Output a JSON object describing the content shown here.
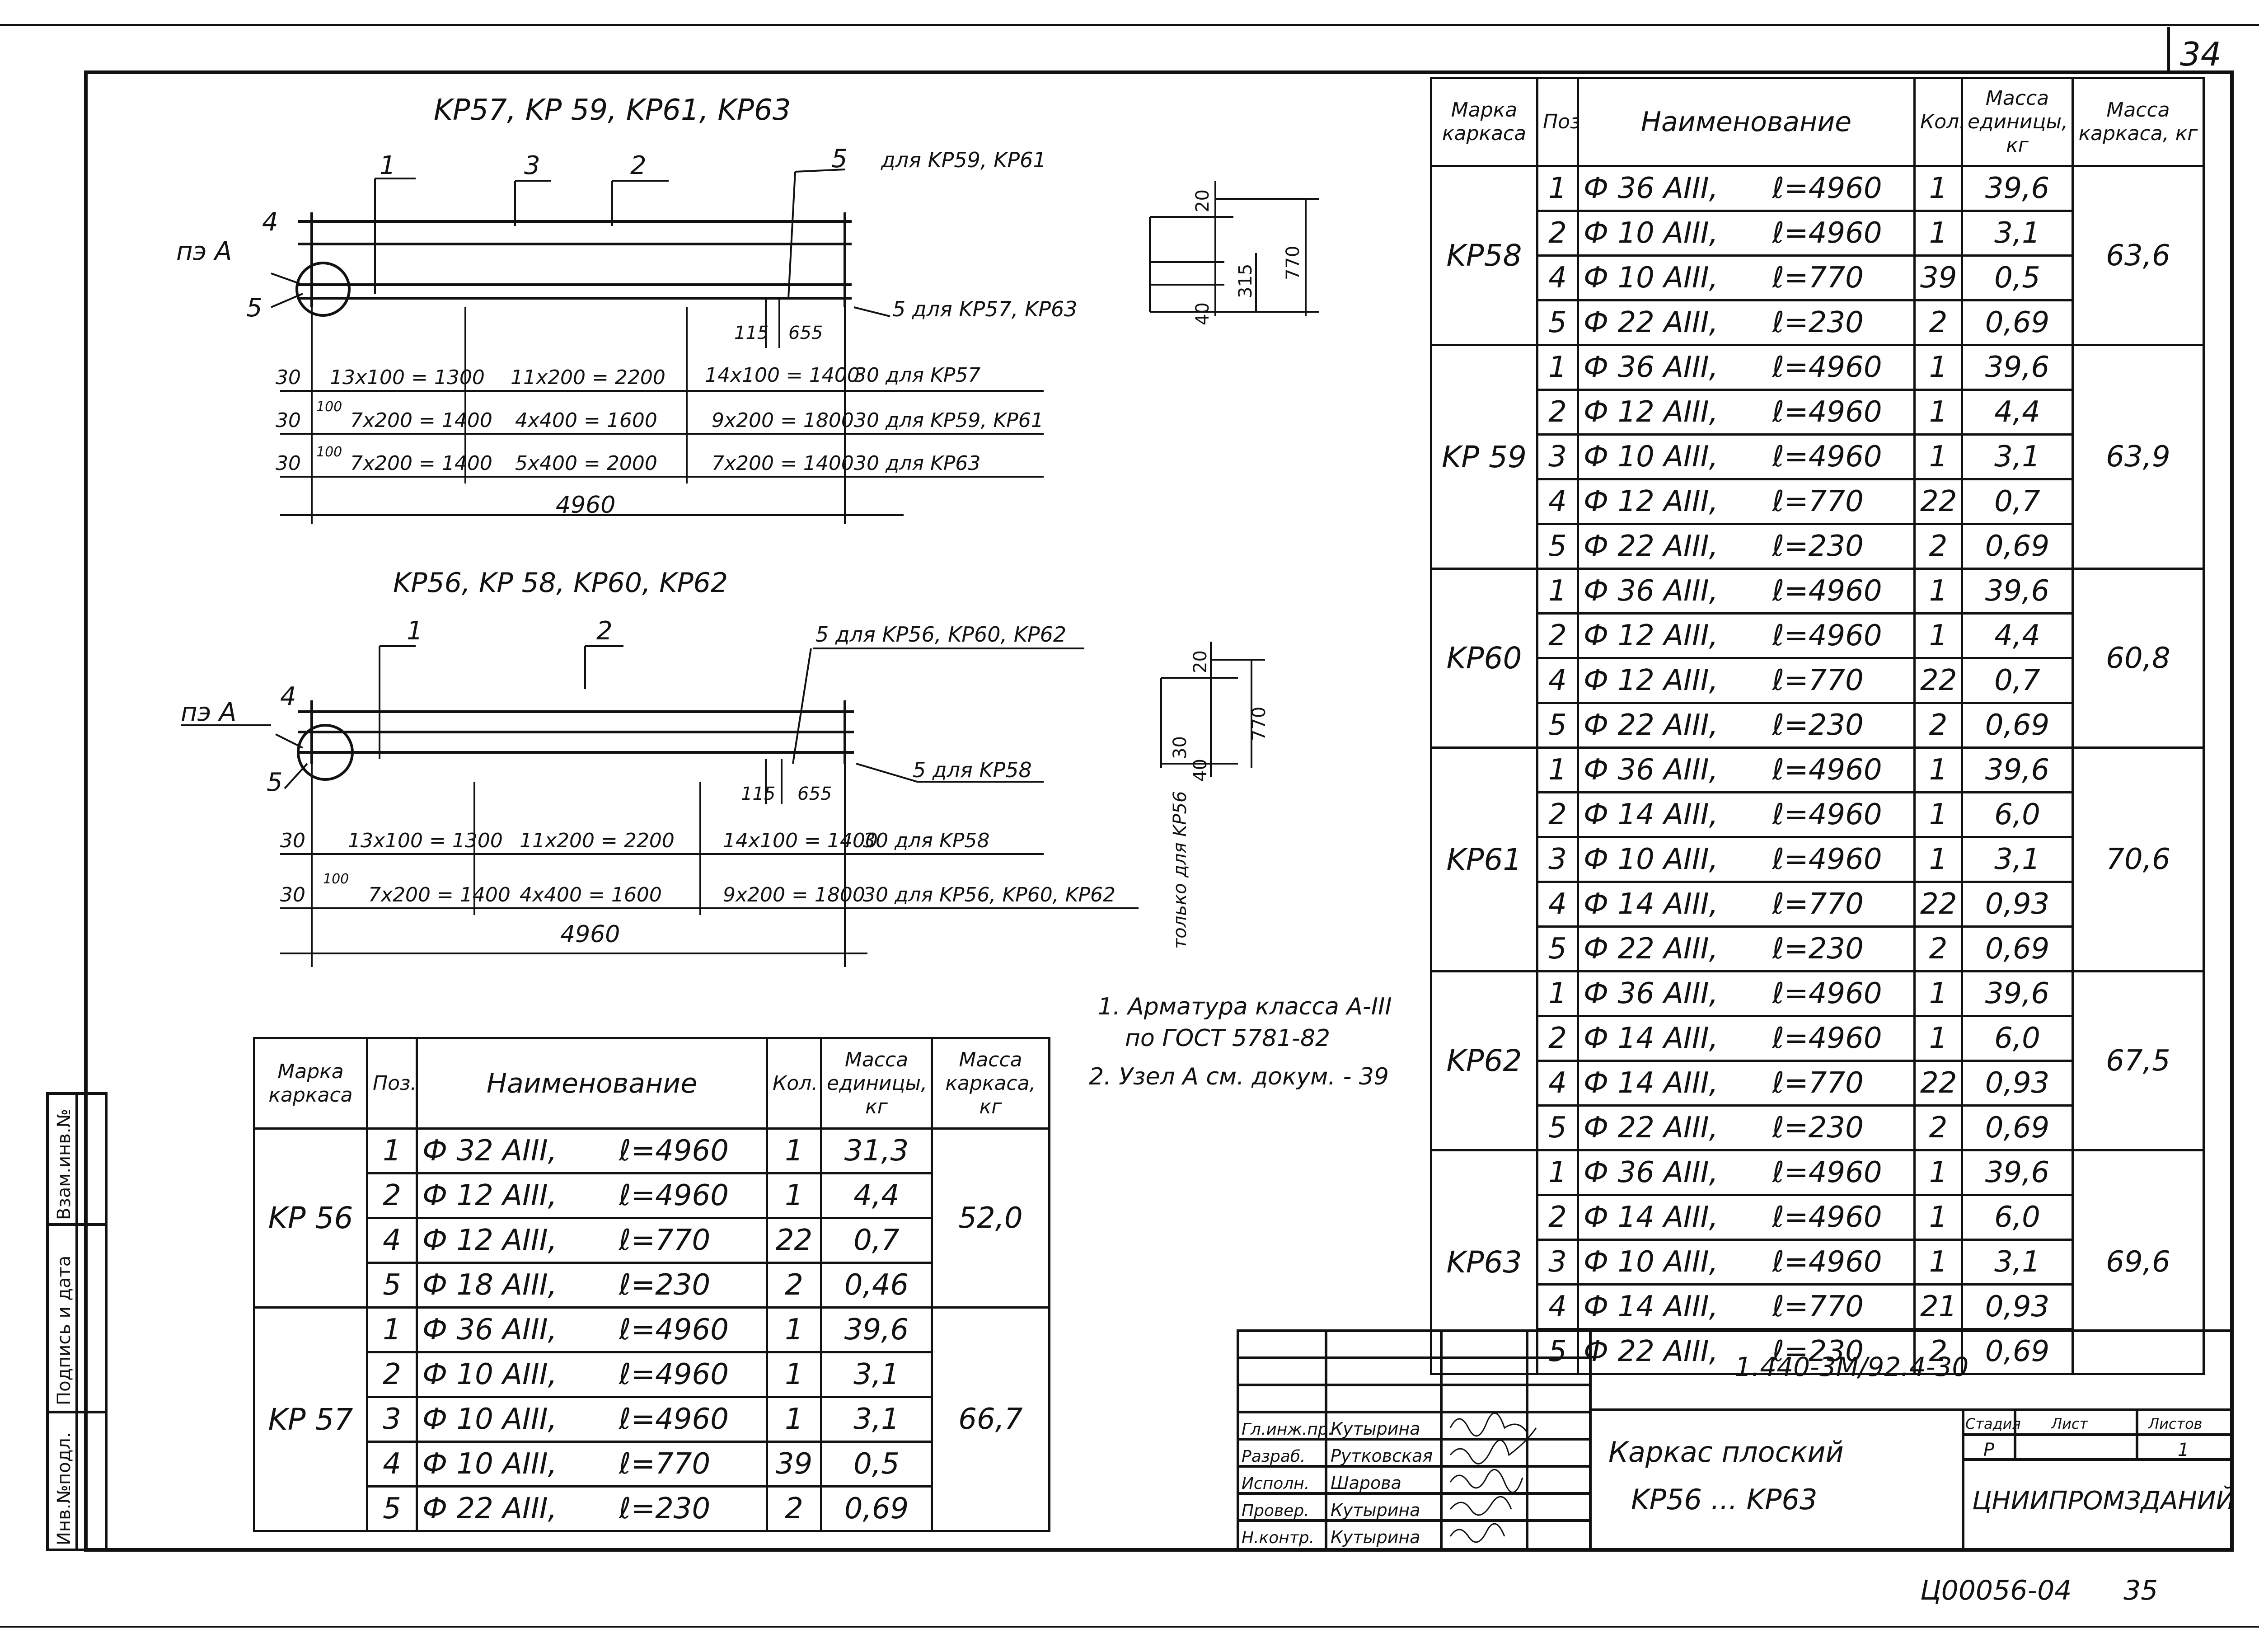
{
  "sheet_number": "34",
  "bottom_code": "Ц00056-04",
  "bottom_page": "35",
  "side_stamp": {
    "inv_orig": "Инв.№подл.",
    "sign_date": "Подпись и дата",
    "vzam_inv": "Взам.инв.№"
  },
  "drawing_top": {
    "title": "KP57, KP 59, KP61, KP63",
    "callouts": [
      "1",
      "3",
      "2",
      "4",
      "5"
    ],
    "callout_5_note": "для KP59, KP61",
    "callout_5b_note": "5 для KP57, KP63",
    "node": "пэ A",
    "dim_115": "115",
    "dim_655": "655",
    "rows": [
      {
        "left": "30",
        "a": "13x100 = 1300",
        "b": "11x200 = 2200",
        "c": "14x100 = 1400",
        "right": "30 для KP57"
      },
      {
        "left": "30",
        "sub": "100",
        "a": "7x200 = 1400",
        "b": "4x400 = 1600",
        "c": "9x200 = 1800",
        "right": "30 для KP59, KP61"
      },
      {
        "left": "30",
        "sub": "100",
        "a": "7x200 = 1400",
        "b": "5x400 = 2000",
        "c": "7x200 = 1400",
        "right": "30 для KP63"
      }
    ],
    "total": "4960"
  },
  "section_top": {
    "d20": "20",
    "d315": "315",
    "d40": "40",
    "d770": "770"
  },
  "drawing_bottom": {
    "title": "KP56, KP 58, KP60, KP62",
    "callouts": [
      "1",
      "2",
      "4",
      "5"
    ],
    "callout_5_note": "5 для KP56, KP60, KP62",
    "callout_5b_note": "5 для KP58",
    "node": "пэ A",
    "dim_115": "115",
    "dim_655": "655",
    "rows": [
      {
        "left": "30",
        "a": "13x100 = 1300",
        "b": "11x200 = 2200",
        "c": "14x100 = 1400",
        "right": "30 для KP58"
      },
      {
        "left": "30",
        "sub": "100",
        "a": "7x200 = 1400",
        "b": "4x400 = 1600",
        "c": "9x200 = 1800",
        "right": "30 для KP56, KP60, KP62"
      }
    ],
    "total": "4960"
  },
  "section_bottom": {
    "d20": "20",
    "d30": "30",
    "d40": "40",
    "d770": "770",
    "only": "только для KP56"
  },
  "notes": [
    "1. Арматура класса А-III",
    "по ГОСТ 5781-82",
    "2. Узел А см. докум. - 39"
  ],
  "table_headers": {
    "mark": "Марка каркаса",
    "pos": "Поз.",
    "name": "Наименование",
    "qty": "Кол.",
    "unit_mass": "Масса единицы, кг",
    "frame_mass": "Масса каркаса, кг"
  },
  "right_table": [
    {
      "mark": "KP58",
      "mass": "63,6",
      "rows": [
        {
          "pos": "1",
          "dia": "Ф 36 АIII,",
          "len": "ℓ=4960",
          "qty": "1",
          "um": "39,6"
        },
        {
          "pos": "2",
          "dia": "Ф 10 АIII,",
          "len": "ℓ=4960",
          "qty": "1",
          "um": "3,1"
        },
        {
          "pos": "4",
          "dia": "Ф 10 АIII,",
          "len": "ℓ=770",
          "qty": "39",
          "um": "0,5"
        },
        {
          "pos": "5",
          "dia": "Ф 22 АIII,",
          "len": "ℓ=230",
          "qty": "2",
          "um": "0,69"
        }
      ]
    },
    {
      "mark": "KP 59",
      "mass": "63,9",
      "rows": [
        {
          "pos": "1",
          "dia": "Ф 36 АIII,",
          "len": "ℓ=4960",
          "qty": "1",
          "um": "39,6"
        },
        {
          "pos": "2",
          "dia": "Ф 12 АIII,",
          "len": "ℓ=4960",
          "qty": "1",
          "um": "4,4"
        },
        {
          "pos": "3",
          "dia": "Ф 10 АIII,",
          "len": "ℓ=4960",
          "qty": "1",
          "um": "3,1"
        },
        {
          "pos": "4",
          "dia": "Ф 12 АIII,",
          "len": "ℓ=770",
          "qty": "22",
          "um": "0,7"
        },
        {
          "pos": "5",
          "dia": "Ф 22 АIII,",
          "len": "ℓ=230",
          "qty": "2",
          "um": "0,69"
        }
      ]
    },
    {
      "mark": "KP60",
      "mass": "60,8",
      "rows": [
        {
          "pos": "1",
          "dia": "Ф 36 АIII,",
          "len": "ℓ=4960",
          "qty": "1",
          "um": "39,6"
        },
        {
          "pos": "2",
          "dia": "Ф 12 АIII,",
          "len": "ℓ=4960",
          "qty": "1",
          "um": "4,4"
        },
        {
          "pos": "4",
          "dia": "Ф 12 АIII,",
          "len": "ℓ=770",
          "qty": "22",
          "um": "0,7"
        },
        {
          "pos": "5",
          "dia": "Ф 22 АIII,",
          "len": "ℓ=230",
          "qty": "2",
          "um": "0,69"
        }
      ]
    },
    {
      "mark": "KP61",
      "mass": "70,6",
      "rows": [
        {
          "pos": "1",
          "dia": "Ф 36 АIII,",
          "len": "ℓ=4960",
          "qty": "1",
          "um": "39,6"
        },
        {
          "pos": "2",
          "dia": "Ф 14 АIII,",
          "len": "ℓ=4960",
          "qty": "1",
          "um": "6,0"
        },
        {
          "pos": "3",
          "dia": "Ф 10 АIII,",
          "len": "ℓ=4960",
          "qty": "1",
          "um": "3,1"
        },
        {
          "pos": "4",
          "dia": "Ф 14 АIII,",
          "len": "ℓ=770",
          "qty": "22",
          "um": "0,93"
        },
        {
          "pos": "5",
          "dia": "Ф 22 АIII,",
          "len": "ℓ=230",
          "qty": "2",
          "um": "0,69"
        }
      ]
    },
    {
      "mark": "KP62",
      "mass": "67,5",
      "rows": [
        {
          "pos": "1",
          "dia": "Ф 36 АIII,",
          "len": "ℓ=4960",
          "qty": "1",
          "um": "39,6"
        },
        {
          "pos": "2",
          "dia": "Ф 14 АIII,",
          "len": "ℓ=4960",
          "qty": "1",
          "um": "6,0"
        },
        {
          "pos": "4",
          "dia": "Ф 14 АIII,",
          "len": "ℓ=770",
          "qty": "22",
          "um": "0,93"
        },
        {
          "pos": "5",
          "dia": "Ф 22 АIII,",
          "len": "ℓ=230",
          "qty": "2",
          "um": "0,69"
        }
      ]
    },
    {
      "mark": "KP63",
      "mass": "69,6",
      "rows": [
        {
          "pos": "1",
          "dia": "Ф 36 АIII,",
          "len": "ℓ=4960",
          "qty": "1",
          "um": "39,6"
        },
        {
          "pos": "2",
          "dia": "Ф 14 АIII,",
          "len": "ℓ=4960",
          "qty": "1",
          "um": "6,0"
        },
        {
          "pos": "3",
          "dia": "Ф 10 АIII,",
          "len": "ℓ=4960",
          "qty": "1",
          "um": "3,1"
        },
        {
          "pos": "4",
          "dia": "Ф 14 АIII,",
          "len": "ℓ=770",
          "qty": "21",
          "um": "0,93"
        },
        {
          "pos": "5",
          "dia": "Ф 22 АIII,",
          "len": "ℓ=230",
          "qty": "2",
          "um": "0,69"
        }
      ]
    }
  ],
  "left_table": [
    {
      "mark": "KP 56",
      "mass": "52,0",
      "rows": [
        {
          "pos": "1",
          "dia": "Ф 32 АIII,",
          "len": "ℓ=4960",
          "qty": "1",
          "um": "31,3"
        },
        {
          "pos": "2",
          "dia": "Ф 12 АIII,",
          "len": "ℓ=4960",
          "qty": "1",
          "um": "4,4"
        },
        {
          "pos": "4",
          "dia": "Ф 12 АIII,",
          "len": "ℓ=770",
          "qty": "22",
          "um": "0,7"
        },
        {
          "pos": "5",
          "dia": "Ф 18 АIII,",
          "len": "ℓ=230",
          "qty": "2",
          "um": "0,46"
        }
      ]
    },
    {
      "mark": "KP 57",
      "mass": "66,7",
      "rows": [
        {
          "pos": "1",
          "dia": "Ф 36 АIII,",
          "len": "ℓ=4960",
          "qty": "1",
          "um": "39,6"
        },
        {
          "pos": "2",
          "dia": "Ф 10 АIII,",
          "len": "ℓ=4960",
          "qty": "1",
          "um": "3,1"
        },
        {
          "pos": "3",
          "dia": "Ф 10 АIII,",
          "len": "ℓ=4960",
          "qty": "1",
          "um": "3,1"
        },
        {
          "pos": "4",
          "dia": "Ф 10 АIII,",
          "len": "ℓ=770",
          "qty": "39",
          "um": "0,5"
        },
        {
          "pos": "5",
          "dia": "Ф 22 АIII,",
          "len": "ℓ=230",
          "qty": "2",
          "um": "0,69"
        }
      ]
    }
  ],
  "title_block": {
    "doc_code": "1.440-3М/92.4-30",
    "title_line1": "Каркас плоский",
    "title_line2": "KP56 ... KP63",
    "org": "ЦНИИПРОМЗДАНИЙ",
    "stage_label": "Стадия",
    "sheet_label": "Лист",
    "sheets_label": "Листов",
    "stage": "Р",
    "sheets": "1",
    "staff": [
      {
        "role": "Гл.инж.пр.",
        "name": "Кутырина"
      },
      {
        "role": "Разраб.",
        "name": "Рутковская"
      },
      {
        "role": "Исполн.",
        "name": "Шарова"
      },
      {
        "role": "Провер.",
        "name": "Кутырина"
      },
      {
        "role": "Н.контр.",
        "name": "Кутырина"
      }
    ]
  }
}
